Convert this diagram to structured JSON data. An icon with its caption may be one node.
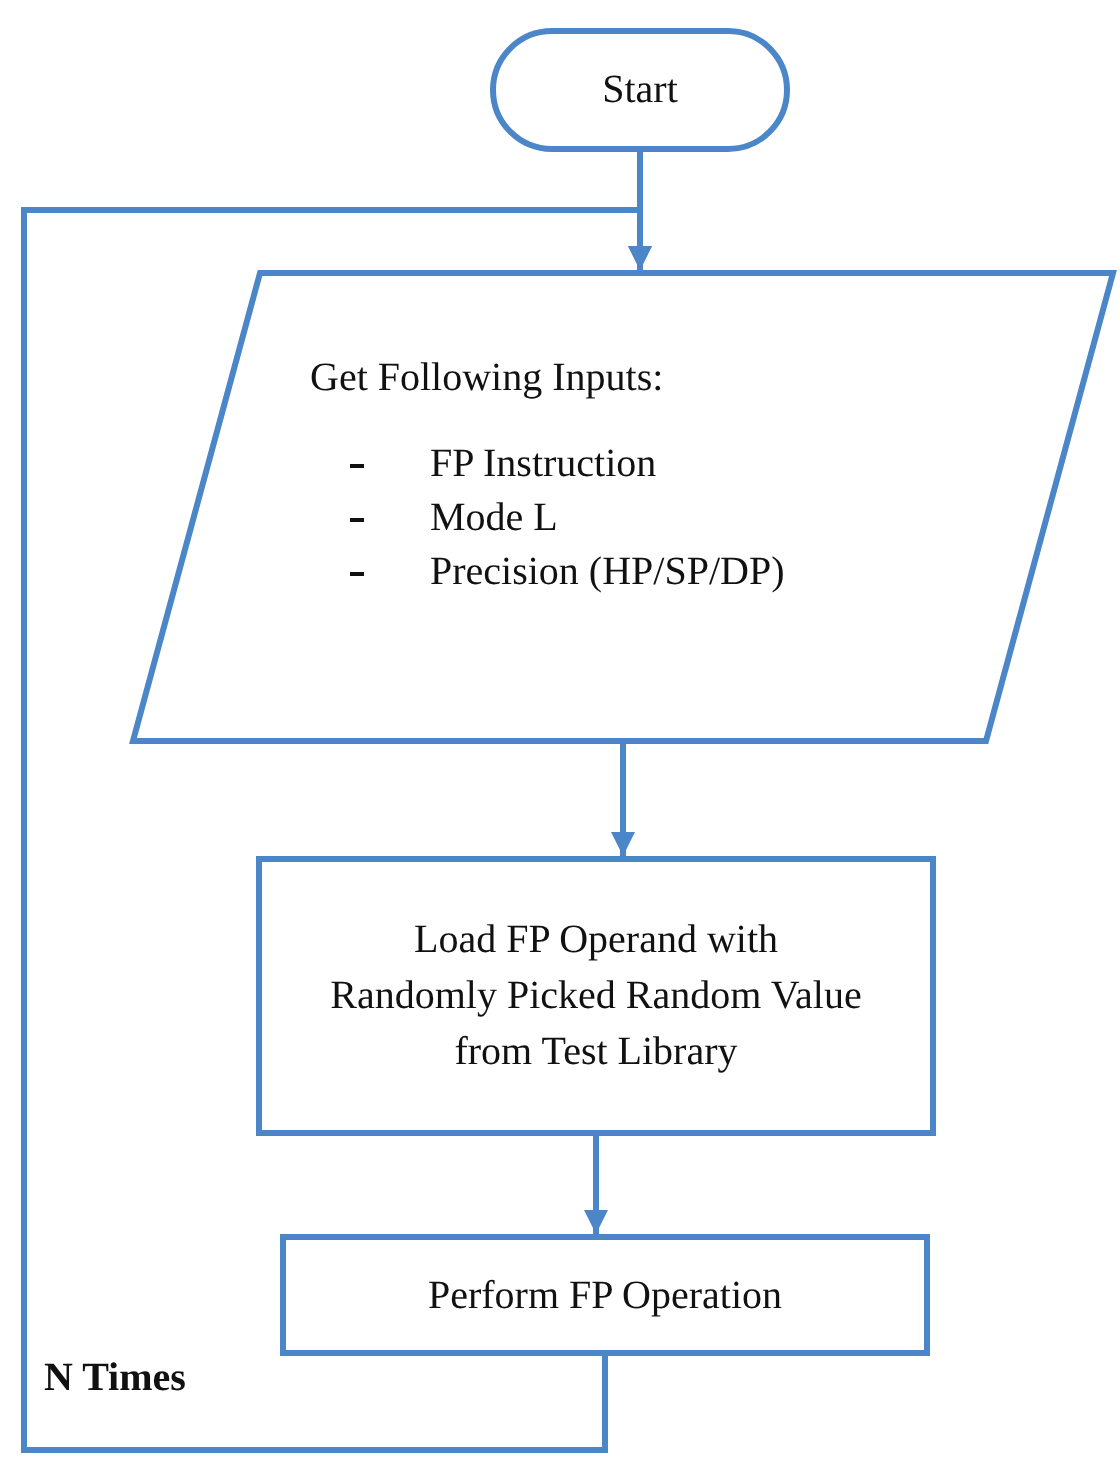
{
  "diagram": {
    "nodes": [
      {
        "text": [
          "Start"
        ]
      },
      {
        "text": [
          "Get Following Inputs:",
          "FP Instruction",
          "Mode L",
          "Precision (HP/SP/DP)"
        ]
      },
      {
        "text": [
          "Load FP Operand with Randomly Picked Random Value from Test Library"
        ]
      },
      {
        "text": [
          "Perform FP Operation"
        ]
      }
    ],
    "edges": [
      {
        "from": 0,
        "to": 1,
        "arrow": "to"
      },
      {
        "from": 1,
        "to": 2,
        "arrow": "to"
      },
      {
        "from": 2,
        "to": 3,
        "arrow": "to"
      },
      {
        "from": 3,
        "to": 1,
        "arrow": "to",
        "label": "N Times"
      }
    ]
  }
}
